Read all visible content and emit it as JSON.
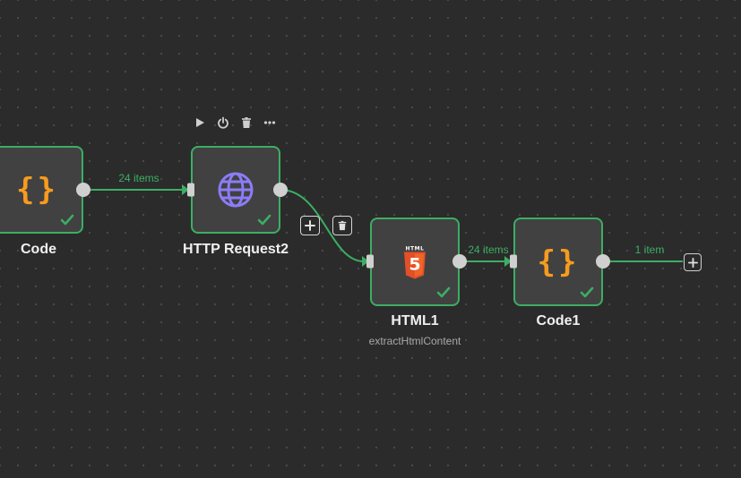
{
  "canvas": {
    "nodes": {
      "code": {
        "label": "Code",
        "icon": "curly-braces-icon",
        "icon_text": "{}"
      },
      "http_request2": {
        "label": "HTTP Request2",
        "icon": "globe-icon"
      },
      "html1": {
        "label": "HTML1",
        "subtitle": "extractHtmlContent",
        "icon": "html5-icon",
        "icon_caption": "HTML",
        "icon_text": "5"
      },
      "code1": {
        "label": "Code1",
        "icon": "curly-braces-icon",
        "icon_text": "{}"
      }
    },
    "edges": {
      "code_to_http": {
        "label": "24 items"
      },
      "html1_to_code1": {
        "label": "24 items"
      },
      "code1_out": {
        "label": "1 item"
      }
    },
    "toolbar": {
      "items": [
        "play-icon",
        "power-icon",
        "trash-icon",
        "more-icon"
      ]
    },
    "edge_actions": [
      "plus-icon",
      "trash-icon"
    ]
  },
  "colors": {
    "background": "#2b2b2b",
    "node_fill": "#414141",
    "success_green": "#3cae64",
    "code_orange": "#f79b1f",
    "globe_purple": "#8b7cf6",
    "html5_orange": "#e34f26"
  }
}
